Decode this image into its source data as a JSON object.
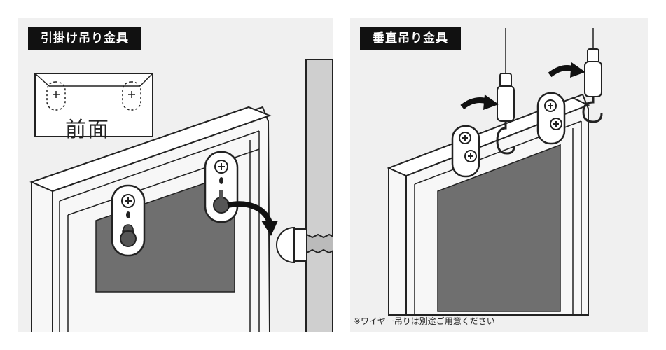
{
  "left_panel": {
    "title": "引掛け吊り金具",
    "inset_label": "前面"
  },
  "right_panel": {
    "title": "垂直吊り金具",
    "note": "※ワイヤー吊りは別途ご用意ください"
  },
  "colors": {
    "panel_background": "#f0f0f0",
    "label_background": "#111111",
    "label_text": "#ffffff",
    "frame_fill": "#f7f7f7",
    "line": "#222222",
    "poster_gray": "#6f6f6f",
    "wall_gray": "#cfcfcf"
  },
  "icons": [
    "curved-arrow-icon",
    "screw-icon",
    "hook-icon"
  ]
}
